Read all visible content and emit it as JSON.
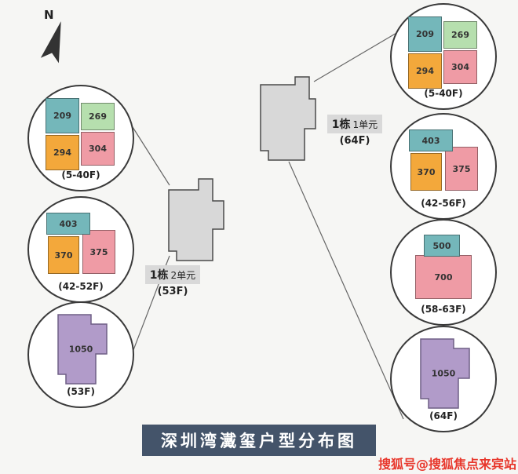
{
  "page": {
    "title_banner": "深圳湾瀻玺户型分布图",
    "watermark": "搜狐号@搜狐焦点来宾站"
  },
  "compass": {
    "label": "N"
  },
  "colors": {
    "teal": "#74b7ba",
    "green": "#b6dfae",
    "orange": "#f3a83b",
    "pink": "#ef9ba5",
    "purple": "#b19bc9",
    "building": "#d8d8d8",
    "banner_bg": "#44546a",
    "watermark_red": "#e8372c",
    "line": "#666666"
  },
  "buildings": {
    "unit2": {
      "tower": "1栋",
      "unit": "2单元",
      "floors": "(53F)"
    },
    "unit1": {
      "tower": "1栋",
      "unit": "1单元",
      "floors": "(64F)"
    }
  },
  "left_circles": [
    {
      "floors": "(5-40F)",
      "plan": "quad",
      "units": [
        {
          "label": "209"
        },
        {
          "label": "269"
        },
        {
          "label": "294"
        },
        {
          "label": "304"
        }
      ]
    },
    {
      "floors": "(42-52F)",
      "plan": "tri",
      "units": [
        {
          "label": "403"
        },
        {
          "label": "375"
        },
        {
          "label": "370"
        }
      ]
    },
    {
      "floors": "(53F)",
      "plan": "single",
      "units": [
        {
          "label": "1050"
        }
      ]
    }
  ],
  "right_circles": [
    {
      "floors": "(5-40F)",
      "plan": "quad",
      "units": [
        {
          "label": "209"
        },
        {
          "label": "269"
        },
        {
          "label": "294"
        },
        {
          "label": "304"
        }
      ]
    },
    {
      "floors": "(42-56F)",
      "plan": "tri",
      "units": [
        {
          "label": "403"
        },
        {
          "label": "375"
        },
        {
          "label": "370"
        }
      ]
    },
    {
      "floors": "(58-63F)",
      "plan": "duo",
      "units": [
        {
          "label": "500"
        },
        {
          "label": "700"
        }
      ]
    },
    {
      "floors": "(64F)",
      "plan": "single",
      "units": [
        {
          "label": "1050"
        }
      ]
    }
  ]
}
